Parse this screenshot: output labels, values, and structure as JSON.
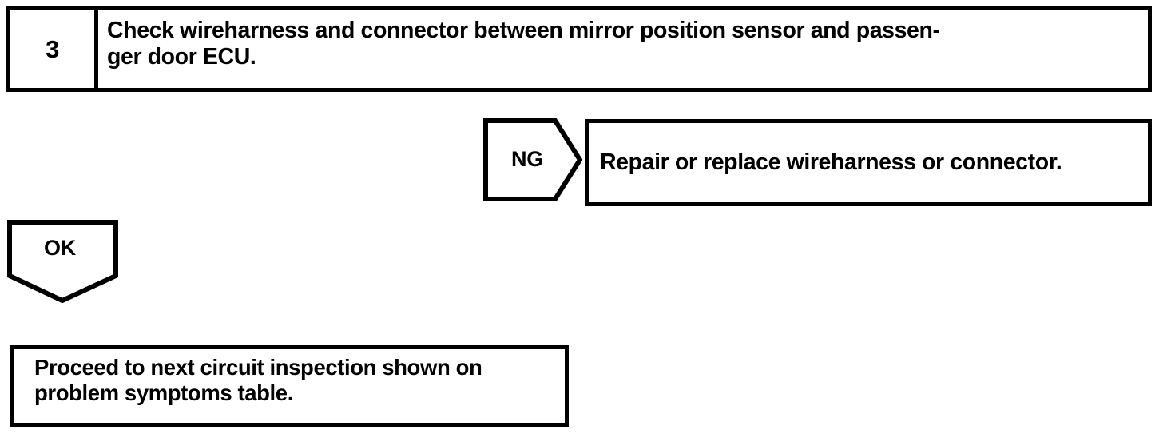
{
  "document": {
    "type": "diagnostic-flowchart",
    "background_color": "#ffffff",
    "line_color": "#000000"
  },
  "step": {
    "number": "3",
    "instruction": "Check wireharness and connector between mirror position sensor and passen-\nger door ECU."
  },
  "branches": {
    "ng": {
      "label": "NG",
      "direction": "right",
      "result_text": "Repair or replace wireharness or connector."
    },
    "ok": {
      "label": "OK",
      "direction": "down",
      "result_text": "Proceed to next circuit inspection shown on\nproblem symptoms table."
    }
  }
}
